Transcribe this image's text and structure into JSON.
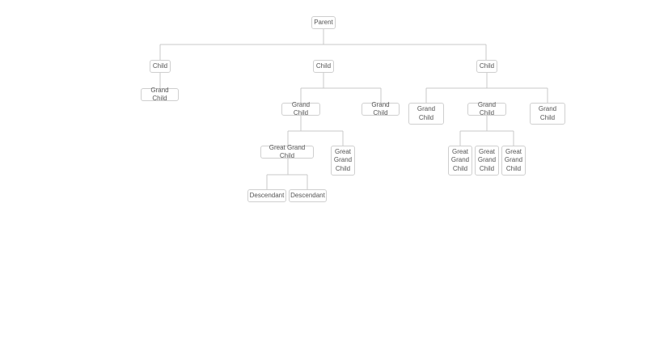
{
  "tree": {
    "label": "Parent",
    "children": [
      {
        "label": "Child",
        "children": [
          {
            "label": "Grand Child",
            "children": []
          }
        ]
      },
      {
        "label": "Child",
        "children": [
          {
            "label": "Grand Child",
            "children": [
              {
                "label": "Great Grand Child",
                "children": [
                  {
                    "label": "Descendant",
                    "children": []
                  },
                  {
                    "label": "Descendant",
                    "children": []
                  }
                ]
              },
              {
                "label": "Great Grand Child",
                "children": []
              }
            ]
          },
          {
            "label": "Grand Child",
            "children": []
          }
        ]
      },
      {
        "label": "Child",
        "children": [
          {
            "label": "Grand Child",
            "children": []
          },
          {
            "label": "Grand Child",
            "children": [
              {
                "label": "Great Grand Child",
                "children": []
              },
              {
                "label": "Great Grand Child",
                "children": []
              },
              {
                "label": "Great Grand Child",
                "children": []
              }
            ]
          },
          {
            "label": "Grand Child",
            "children": []
          }
        ]
      }
    ]
  },
  "colors": {
    "node_border": "#cfcfcf",
    "node_text": "#555555",
    "connector": "#c8c8c8",
    "background": "#ffffff"
  }
}
